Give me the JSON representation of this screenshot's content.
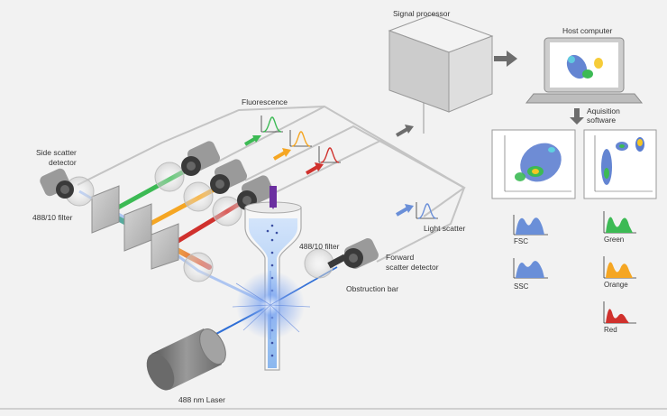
{
  "colors": {
    "background": "#f2f2f2",
    "signal_line": "#c4c4c4",
    "laser": "#2f6fd6",
    "green": "#3cba54",
    "orange": "#f5a623",
    "red": "#d0312d",
    "scatter_blue": "#6a8fd8",
    "arrow_gray": "#6d6d6d",
    "text": "#333333"
  },
  "labels": {
    "signal_processor": "Signal processor",
    "host_computer": "Host computer",
    "acquisition_software_line1": "Aquisition",
    "acquisition_software_line2": "software",
    "fluorescence": "Fluorescence",
    "side_scatter_detector_line1": "Side scatter",
    "side_scatter_detector_line2": "detector",
    "filter_side": "488/10 filter",
    "filter_forward": "488/10 filter",
    "light_scatter": "Light scatter",
    "forward_scatter_detector_line1": "Forward",
    "forward_scatter_detector_line2": "scatter detector",
    "obstruction_bar": "Obstruction bar",
    "laser": "488 nm Laser"
  },
  "histograms": [
    {
      "label": "FSC",
      "color": "#6a8fd8"
    },
    {
      "label": "SSC",
      "color": "#6a8fd8"
    },
    {
      "label": "Green",
      "color": "#3cba54"
    },
    {
      "label": "Orange",
      "color": "#f5a623"
    },
    {
      "label": "Red",
      "color": "#d0312d"
    }
  ],
  "icons": [
    "detector-icon",
    "dichroic-mirror-icon",
    "flow-cell-icon",
    "laser-icon",
    "arrow-icon",
    "peak-icon",
    "laptop-icon",
    "dot-plot-icon",
    "signal-processor-icon"
  ]
}
